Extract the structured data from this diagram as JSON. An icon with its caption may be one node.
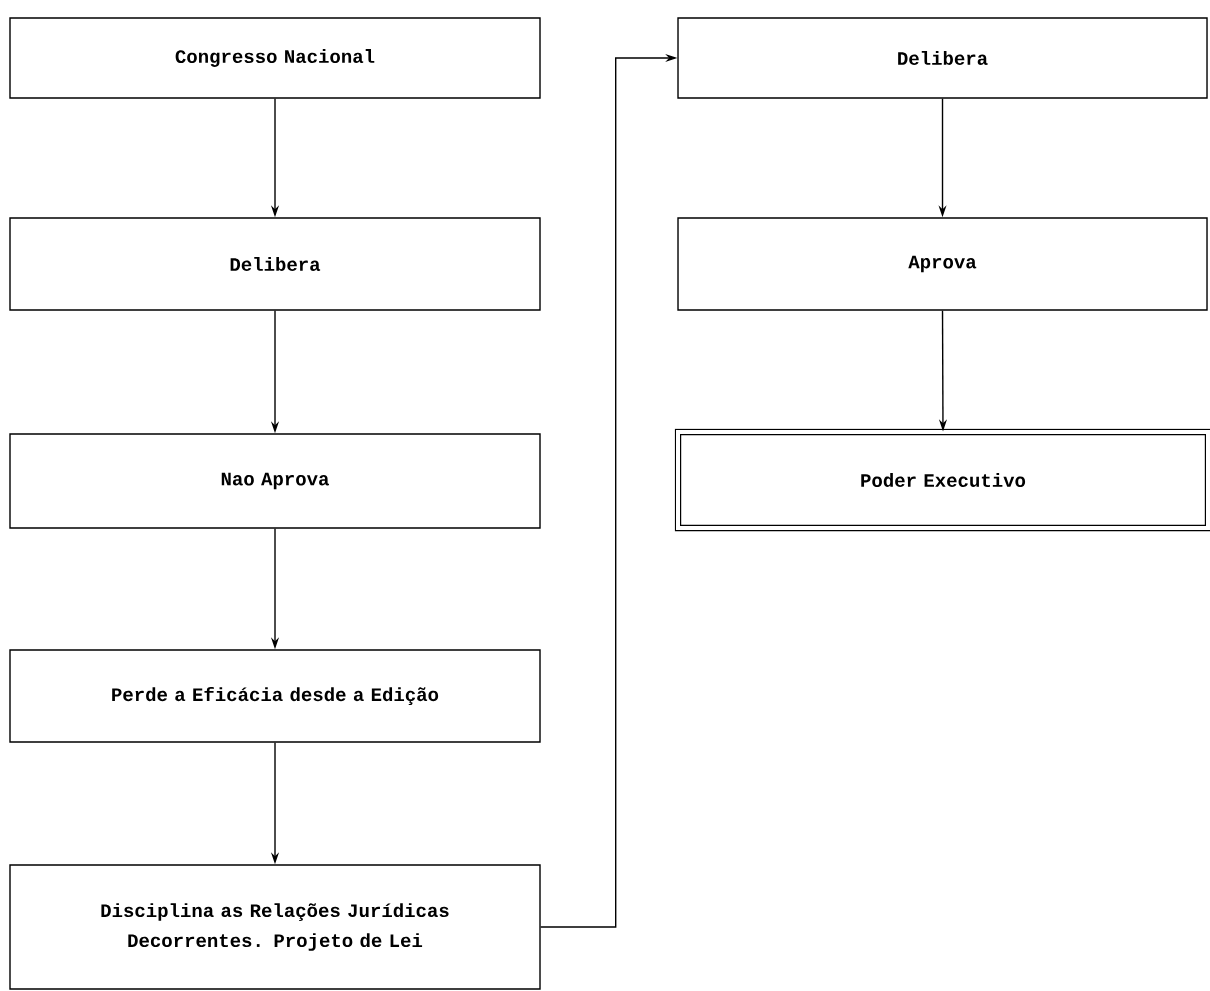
{
  "diagram": {
    "nodes": [
      {
        "text": [
          "Congresso Nacional"
        ]
      },
      {
        "text": [
          "Delibera"
        ]
      },
      {
        "text": [
          "Nao Aprova"
        ]
      },
      {
        "text": [
          "Perde a Eficácia desde a Edição"
        ]
      },
      {
        "text": [
          "Disciplina as Relações Jurídicas Decorrentes. Projeto de Lei"
        ]
      },
      {
        "text": [
          "Delibera"
        ]
      },
      {
        "text": [
          "Aprova"
        ]
      },
      {
        "text": [
          "Poder Executivo"
        ]
      }
    ],
    "edges": [
      {
        "from": 0,
        "to": 1,
        "arrow": "to"
      },
      {
        "from": 1,
        "to": 2,
        "arrow": "to"
      },
      {
        "from": 2,
        "to": 3,
        "arrow": "to"
      },
      {
        "from": 3,
        "to": 4,
        "arrow": "to"
      },
      {
        "from": 4,
        "to": 5,
        "arrow": "to"
      },
      {
        "from": 5,
        "to": 6,
        "arrow": "to"
      },
      {
        "from": 6,
        "to": 7,
        "arrow": "to"
      }
    ]
  }
}
